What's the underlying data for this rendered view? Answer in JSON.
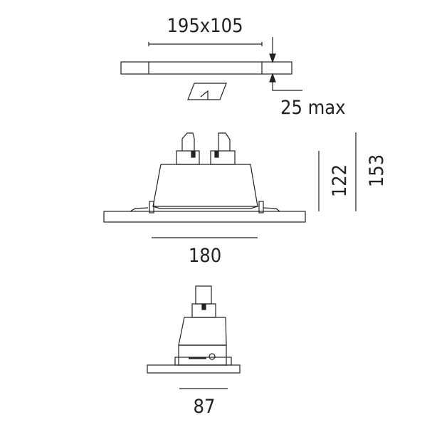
{
  "dimensions": {
    "top_view_size": "195x105",
    "top_view_height": "25 max",
    "side_width": "180",
    "side_height_body": "122",
    "side_height_total": "153",
    "front_width": "87"
  },
  "colors": {
    "line": "#222222",
    "background": "#ffffff"
  }
}
